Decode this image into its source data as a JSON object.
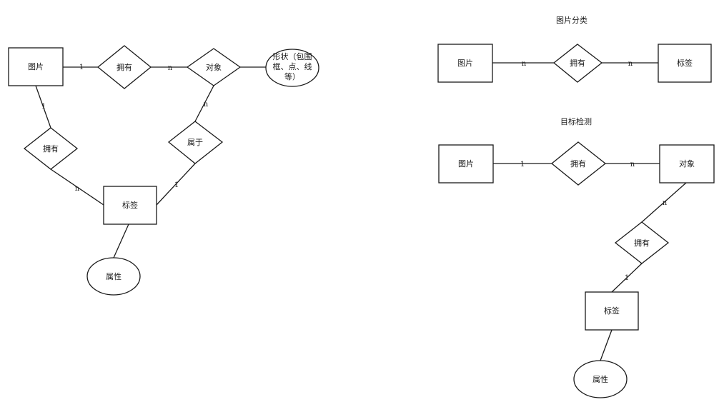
{
  "titles": {
    "classification": "图片分类",
    "detection": "目标检测"
  },
  "left": {
    "picture": "图片",
    "has_top": "拥有",
    "object": "对象",
    "shape_line1": "形状（包围",
    "shape_line2": "框、点、线",
    "shape_line3": "等）",
    "has_left": "拥有",
    "belongs": "属于",
    "label": "标签",
    "attribute": "属性",
    "card_pic_has": "1",
    "card_has_obj": "n",
    "card_pic_has2": "1",
    "card_has2_label": "n",
    "card_obj_belongs": "n",
    "card_belongs_label": "1"
  },
  "classification": {
    "picture": "图片",
    "has": "拥有",
    "label": "标签",
    "card_pic_has": "n",
    "card_has_label": "n"
  },
  "detection": {
    "picture": "图片",
    "has_top": "拥有",
    "object": "对象",
    "has_mid": "拥有",
    "label": "标签",
    "attribute": "属性",
    "card_pic_has": "1",
    "card_has_obj": "n",
    "card_obj_has": "n",
    "card_has_label": "1"
  }
}
